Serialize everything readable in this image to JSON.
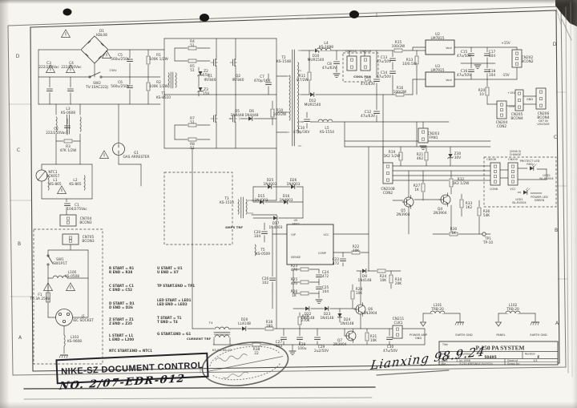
{
  "page": {
    "paper": "#f7f5f0",
    "ink": "#2e2c28"
  },
  "stamps": {
    "doc_control": "NIKE-SZ DOCUMENT CONTROL",
    "doc_number": "NO. 2/07-EDR-012",
    "signature": "Lianxing 98.9.24"
  },
  "title_block": {
    "title": "P-250 PA SYSTEM",
    "size": "A3",
    "number": "50495",
    "revision": "F",
    "date": "2-Jul-1998",
    "file": "P-250 KBPS/NS/C/SLP.SCH",
    "sheet": "1/1",
    "drawn": "",
    "tags": {
      "title": "Title",
      "size": "Size",
      "number": "Number",
      "revision": "Revision",
      "date": "Date",
      "file": "File",
      "sheet": "Sheet of",
      "drawn": "Drawn By:"
    }
  },
  "zones": {
    "left": [
      "D",
      "C",
      "B",
      "A"
    ],
    "right": [
      "D",
      "C",
      "B",
      "A"
    ]
  },
  "notes": {
    "col1": [
      "R START = R1\nR END = R38",
      "C START = C1\nC END = C52",
      "D START = D1\nD END = D26",
      "Z START = Z1\nZ END = Z35",
      "L START = L1\nL END = L200",
      "NTC START.END = NTC1"
    ],
    "col2": [
      "U START = U1\nU END = U7",
      "TP START.END = TP1",
      "LED START = LED1\nLED END = LED2",
      "T START = T1\nT END = T4",
      "G START.END = G1"
    ]
  },
  "schematic": {
    "labels": [
      [
        "D1\nKBL08",
        127,
        40
      ],
      [
        "C3\n222/250Vac",
        61,
        80
      ],
      [
        "C4\n222/250Vac",
        89,
        80
      ],
      [
        "SW2\nTV-10AC222J",
        121,
        105
      ],
      [
        "230V",
        141,
        89,
        3.6
      ],
      [
        "C5\n560u/250V",
        150,
        70
      ],
      [
        "R1\n100K 1/2W",
        198,
        70
      ],
      [
        "C6\n560u/250V",
        150,
        104
      ],
      [
        "R2\n100K 1/2W",
        198,
        104
      ],
      [
        "L3\nKS-0608",
        85,
        137
      ],
      [
        "C2\n222/250Vac",
        70,
        162
      ],
      [
        "R3\n47K 1/2W",
        85,
        184
      ],
      [
        "NTC1\nSCK057",
        66,
        216
      ],
      [
        "L1\nKS-865",
        69,
        226
      ],
      [
        "L2\nKS-865",
        94,
        226
      ],
      [
        "C1\n104/275Vac",
        96,
        257
      ],
      [
        "CN704\nBCON3",
        107,
        274
      ],
      [
        "G1\nGAS ARRESTER",
        170,
        192
      ],
      [
        "CN705\nBCON3",
        110,
        297
      ],
      [
        "SW1\nSW1P1T",
        75,
        325
      ],
      [
        "L100\nKS-0508",
        90,
        341
      ],
      [
        "F1\nT6.3A 250V",
        50,
        369
      ],
      [
        "J1\nIEC SOCKET",
        104,
        396
      ],
      [
        "L103\nKS-9608",
        93,
        422
      ],
      [
        "R4\n51",
        240,
        53
      ],
      [
        "R5\n51",
        240,
        84
      ],
      [
        "Q1\nIRF840",
        262,
        96
      ],
      [
        "Q2\nIRF840",
        297,
        96
      ],
      [
        "T1\nKS-8510",
        204,
        118
      ],
      [
        "Z2\n15V",
        257,
        90
      ],
      [
        "Z3\n15V",
        257,
        113
      ],
      [
        "R7\n51",
        240,
        149
      ],
      [
        "R8\n51",
        240,
        181
      ],
      [
        "D5\n1N4448",
        296,
        140
      ],
      [
        "D6\n1N4448",
        314,
        140
      ],
      [
        "C7\n470p/1KV",
        327,
        97
      ],
      [
        "R10\n100/2W",
        349,
        139
      ],
      [
        "T2\nKS-1548",
        354,
        73
      ],
      [
        "D10\nMUR1540",
        394,
        71
      ],
      [
        "L4\nKS-1698",
        407,
        55
      ],
      [
        "C8\n47u/63V",
        411,
        81
      ],
      [
        "CN201A",
        438,
        65,
        3.5
      ],
      [
        "CN201B",
        456,
        65,
        3.5
      ],
      [
        "COOL FAN",
        452,
        97,
        3.9,
        1
      ],
      [
        "C11\n47u/63V",
        459,
        101
      ],
      [
        "C12\n47u/63V",
        459,
        141
      ],
      [
        "R11\n4.7/2W",
        377,
        96
      ],
      [
        "D12\nMUR1540",
        390,
        127
      ],
      [
        "C10\n470p/1KV",
        376,
        161
      ],
      [
        "L5\nKS-1554",
        408,
        161
      ],
      [
        "R15\n100/2W",
        497,
        54
      ],
      [
        "C13\n47u/50V",
        479,
        73
      ],
      [
        "R13\n10/0.5W",
        511,
        76
      ],
      [
        "C14\n47u/50V",
        479,
        92
      ],
      [
        "R16\n100/2W",
        499,
        111
      ],
      [
        "U2\nLM7815",
        546,
        44
      ],
      [
        "Vout",
        560,
        61,
        3.4
      ],
      [
        "U3\nLM7915",
        546,
        84
      ],
      [
        "Vout",
        560,
        101,
        3.4
      ],
      [
        "C15\n47u/50V",
        579,
        66
      ],
      [
        "C16\n47u/50V",
        579,
        90
      ],
      [
        "C17\n104",
        614,
        66
      ],
      [
        "C18\n104",
        614,
        90
      ],
      [
        "+15V",
        631,
        55,
        4
      ],
      [
        "-15V",
        631,
        95,
        4
      ],
      [
        "CN202\nBCON2",
        658,
        73
      ],
      [
        "R20\n10",
        601,
        114
      ],
      [
        "CN204\nCON2",
        626,
        154
      ],
      [
        "CN205\nBCON4",
        645,
        144
      ],
      [
        "CN206\nBCON4",
        678,
        143
      ],
      [
        "DET IN\nVOLTAGE",
        678,
        152,
        3.4
      ],
      [
        "GND",
        661,
        125,
        3.6
      ],
      [
        "+15V",
        638,
        117,
        3.4
      ],
      [
        "-15V",
        638,
        134,
        3.4
      ],
      [
        "CN203\nFAN1",
        541,
        168
      ],
      [
        "R19\n1K2 1/2W",
        489,
        191
      ],
      [
        "R21\n462",
        524,
        194
      ],
      [
        "Z30\n30V",
        571,
        193
      ],
      [
        "(2006.3)\nCHANGE",
        643,
        190,
        3.4
      ],
      [
        "CN208",
        613,
        200,
        3.5
      ],
      [
        "CON6",
        616,
        237,
        3.5
      ],
      [
        "CN209",
        640,
        200,
        3.5
      ],
      [
        "VCC",
        640,
        237,
        3.5
      ],
      [
        "PROTECT LED\nRED",
        661,
        202,
        3.6
      ],
      [
        "LED2\nBL-R4504",
        682,
        220,
        3.6
      ],
      [
        "LED1\nBL-R4504",
        648,
        250,
        3.6
      ],
      [
        "POWER LED\nGREEN",
        673,
        247,
        3.6
      ],
      [
        "Q5\n2N3904",
        503,
        264
      ],
      [
        "Q4\n2N3904",
        549,
        262
      ],
      [
        "R27\n1K",
        520,
        233
      ],
      [
        "R32\n1K2 1/2W",
        575,
        225
      ],
      [
        "R33\n1K2",
        585,
        255
      ],
      [
        "R36\n54K",
        607,
        265
      ],
      [
        "R30\n1K",
        566,
        287
      ],
      [
        "TP1\nTP-10",
        609,
        299
      ],
      [
        "CN210B\nCON2",
        484,
        237
      ],
      [
        "T3\nKS-1510",
        283,
        249
      ],
      [
        "SMPS TRF",
        292,
        285,
        3.9,
        1
      ],
      [
        "D25\n1N4003",
        337,
        226
      ],
      [
        "D26\n1N4003",
        366,
        226
      ],
      [
        "D15\n1N4003",
        326,
        246
      ],
      [
        "D16\n1N4003",
        357,
        246
      ],
      [
        "D17\n1N4003",
        344,
        280
      ],
      [
        "C20\n104",
        321,
        291
      ],
      [
        "T5\nKS-0509",
        328,
        313
      ],
      [
        "U5\n3842",
        369,
        276,
        3.7
      ],
      [
        "O/P",
        366,
        294,
        3.4
      ],
      [
        "VCC",
        407,
        294,
        3.4
      ],
      [
        "COMP",
        402,
        317,
        3.4
      ],
      [
        "ISENSE",
        369,
        322,
        3.4
      ],
      [
        "C22\n472",
        419,
        325
      ],
      [
        "R22\n10K",
        444,
        309
      ],
      [
        "D9\n1N4148",
        455,
        346
      ],
      [
        "R24\n10K",
        478,
        346
      ],
      [
        "R34\n20K",
        497,
        350
      ],
      [
        "C26\n102",
        331,
        349
      ],
      [
        "R23\n470",
        367,
        333
      ],
      [
        "C24\n472",
        406,
        341
      ],
      [
        "R25\n470",
        367,
        350
      ],
      [
        "C25\n104",
        406,
        360
      ],
      [
        "R26\n1K",
        367,
        365
      ],
      [
        "D22\n1N4148",
        384,
        393
      ],
      [
        "D23\n1N4148",
        408,
        393
      ],
      [
        "D24\n1N4148",
        433,
        400
      ],
      [
        "R28\n10K",
        448,
        362
      ],
      [
        "Q6\n2N3904",
        462,
        387
      ],
      [
        "T4",
        263,
        404,
        3.9
      ],
      [
        "CURRENT TRF",
        248,
        424,
        3.9,
        1
      ],
      [
        "KS-R1-08-02",
        277,
        438,
        3.9
      ],
      [
        "D20\nLL4148",
        305,
        400
      ],
      [
        "R18\n180",
        336,
        403
      ],
      [
        "R38\n22",
        320,
        437
      ],
      [
        "C27\n103",
        348,
        428
      ],
      [
        "C28\n100u",
        377,
        431
      ],
      [
        "R29\n270K",
        381,
        396
      ],
      [
        "C29\n2u2/50V",
        401,
        434
      ],
      [
        "Q7\n2N3904",
        424,
        426
      ],
      [
        "R31\n10K",
        466,
        421
      ],
      [
        "C30\n47u/50V",
        487,
        434
      ],
      [
        "CN211\nCLK1",
        497,
        399
      ],
      [
        "L101\nTRB-20",
        546,
        382
      ],
      [
        "POWER AMP\nGND",
        522,
        419,
        3.6
      ],
      [
        "EARTH GND",
        579,
        419,
        3.6
      ],
      [
        "L102\nTRB-20",
        640,
        382
      ],
      [
        "PANEL",
        625,
        419,
        3.6
      ],
      [
        "EARTH GND",
        672,
        419,
        3.6
      ]
    ]
  }
}
